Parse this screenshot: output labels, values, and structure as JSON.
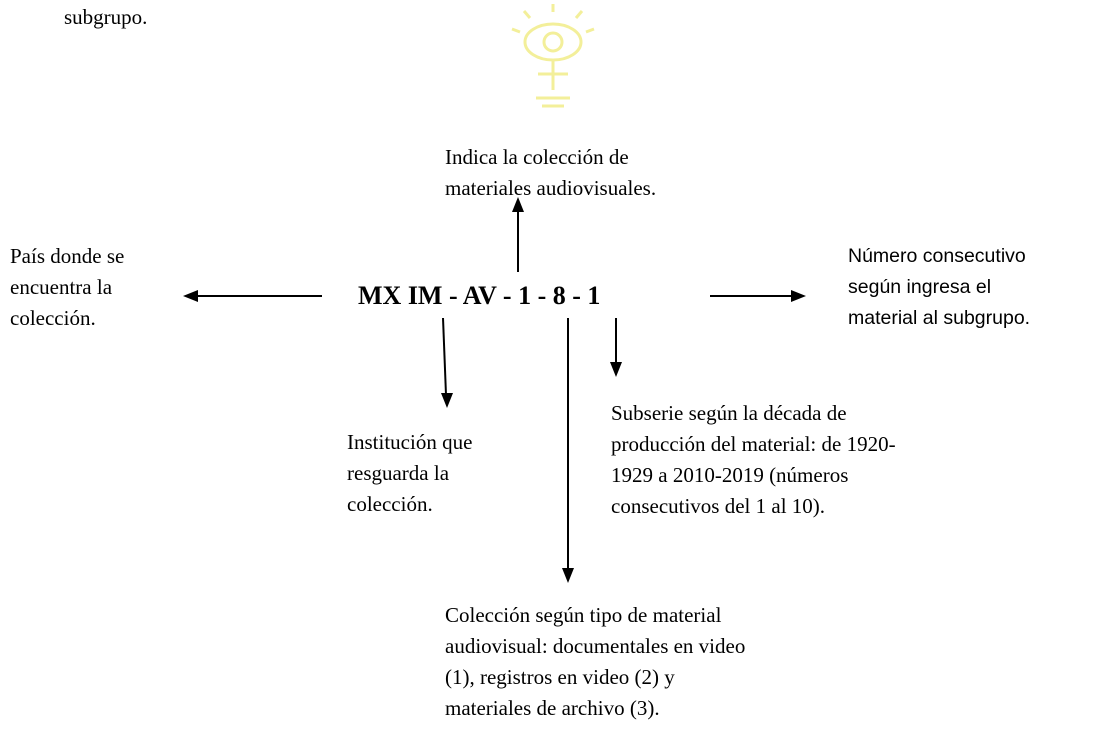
{
  "intro_fragment": "subgrupo.",
  "code": "MX IM - AV - 1 - 8 - 1",
  "labels": {
    "coleccion_av": [
      "Indica la colección de",
      "materiales audiovisuales."
    ],
    "pais": [
      "País donde se",
      "encuentra la",
      "colección."
    ],
    "numero": [
      "Número consecutivo",
      "según ingresa el",
      "material al subgrupo."
    ],
    "institucion": [
      "Institución que",
      "resguarda la",
      "colección."
    ],
    "subserie": [
      "Subserie según la década de",
      "producción del material: de 1920-",
      "1929 a 2010-2019 (números",
      "consecutivos del 1 al 10)."
    ],
    "tipo": [
      "Colección según tipo de material",
      "audiovisual: documentales en video",
      "(1), registros en video (2) y",
      "materiales de archivo (3)."
    ]
  },
  "colors": {
    "text": "#000000",
    "watermark": "#f3ef9a"
  }
}
